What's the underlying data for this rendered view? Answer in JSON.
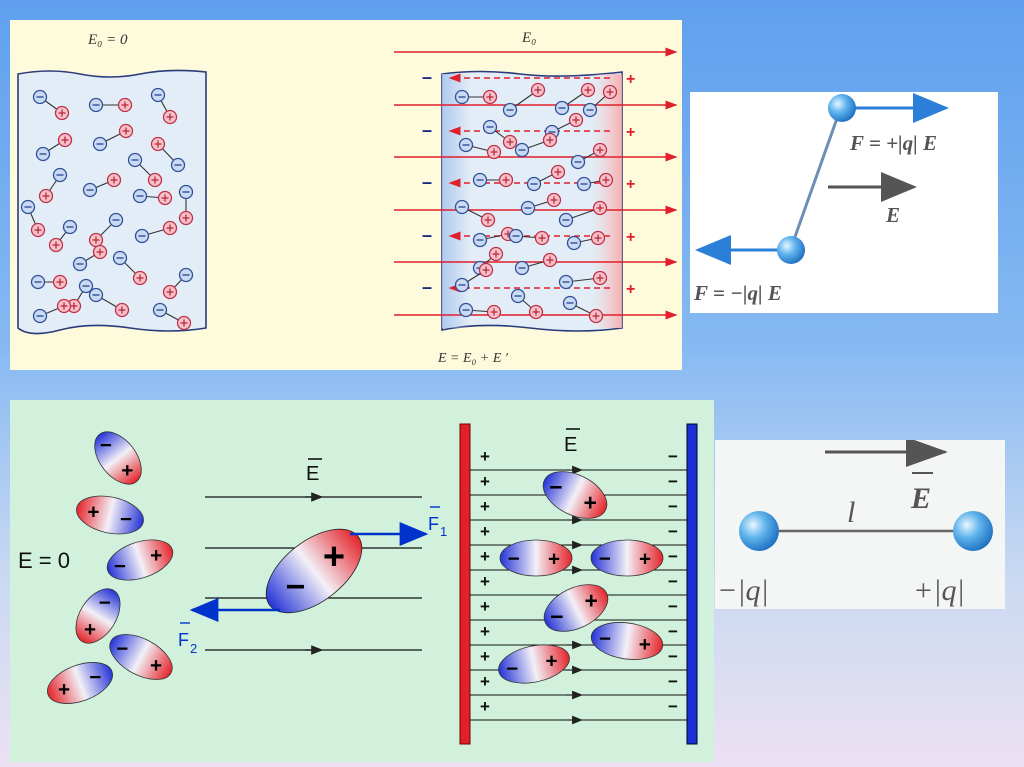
{
  "panel_a": {
    "label_left": "E₀ = 0",
    "label_top_right": "E₀",
    "label_bottom": "E = E₀ + E ′",
    "minus_sign": "–",
    "plus_sign": "+"
  },
  "panel_b": {
    "force_top": "F = +|q| E",
    "field_label": "E",
    "force_bottom": "F = −|q| E"
  },
  "panel_c": {
    "label_zero_field": "E = 0",
    "label_field": "E",
    "label_f1": "F",
    "label_f1_sub": "1",
    "label_f2": "F",
    "label_f2_sub": "2",
    "plate_field_label": "E",
    "plus_sign": "+",
    "minus_sign": "−"
  },
  "panel_d": {
    "field_label": "E",
    "length_label": "l",
    "charge_left": "−|q|",
    "charge_right": "+|q|"
  },
  "colors": {
    "red": "#e0202a",
    "blue": "#1a2fd6",
    "field_arrow": "#0033cc"
  }
}
